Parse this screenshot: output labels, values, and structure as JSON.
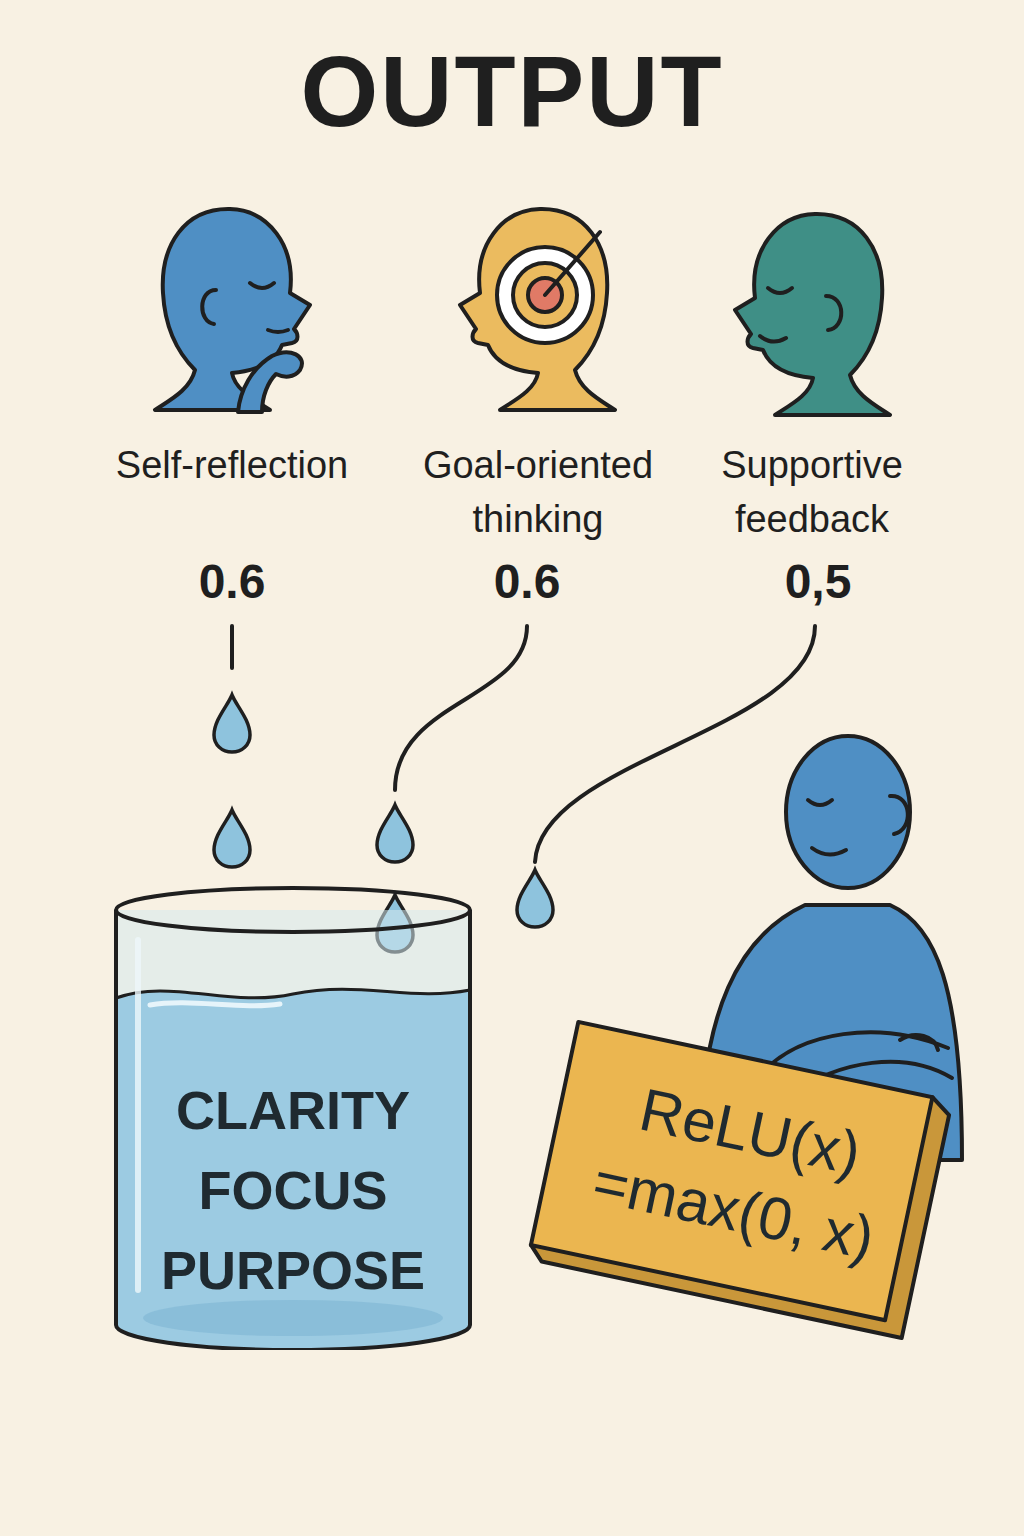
{
  "diagram": {
    "title": "OUTPUT",
    "nodes": [
      {
        "text": [
          "CLARITY FOCUS PURPOSE"
        ]
      },
      {
        "text": [
          "ReLU(x) =max(0, x)"
        ]
      }
    ],
    "labels": [
      "Self-reflection",
      "Goal-oriented thinking",
      "Supportive feedback",
      "0.6",
      "0.6",
      "0,5"
    ]
  }
}
